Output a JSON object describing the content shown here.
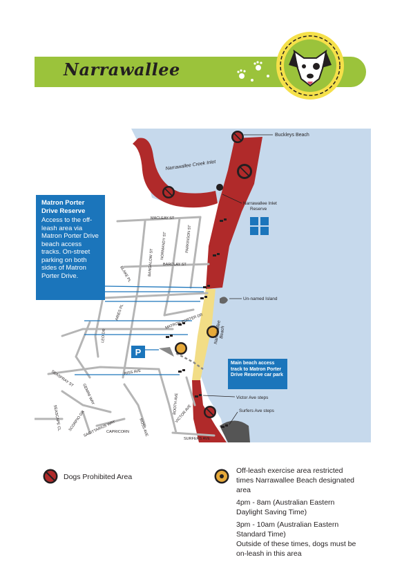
{
  "header": {
    "title": "Narrawallee"
  },
  "infobox": {
    "title": "Matron Porter Drive Reserve",
    "body": "Access to the off-leash area via Matron Porter Drive beach access tracks. On-street parking on both sides of Matron Porter Drive."
  },
  "callout": {
    "text": "Main beach access track to Matron Porter Drive Reserve car park"
  },
  "map": {
    "labels": {
      "buckleys_beach": "Buckleys Beach",
      "inlet": "Narrawallee Creek Inlet",
      "inlet_reserve_1": "Narrawallee Inlet",
      "inlet_reserve_2": "Reserve",
      "island": "Un-named Island",
      "beach_1": "Narrawallee",
      "beach_2": "Beach",
      "victor_steps": "Victor Ave steps",
      "surfers_steps": "Surfers Ave steps",
      "parking": "P"
    },
    "streets": {
      "macleay": "MACLEAY ST",
      "barclay": "BARCLAY ST",
      "normandy": "NORMANDY ST",
      "parkinson": "PARKINSON ST",
      "bangalow": "BANGALOW ST",
      "blake": "BLAKE PL",
      "aries": "ARIES PL",
      "leo": "LEO DR",
      "matron": "MATRON PORTER DR",
      "riss": "RISS AVE",
      "seaspray": "SEASPRAY ST",
      "gemini": "GEMINI WAY",
      "seascape": "SEASCAPE CL",
      "scorpio": "SCORPIO GR",
      "sagittarius": "SAGITTARIUS WAY",
      "capricorn": "CAPRICORN",
      "booth": "BOOTH AVE",
      "victor": "VICTOR AVE",
      "ross": "ROSS AVE",
      "surfers": "SURFERS AVE"
    }
  },
  "legend": {
    "prohibited": "Dogs Prohibited Area",
    "offleash_title": "Off-leash exercise area restricted times Narrawallee Beach designated area",
    "time_dst": "4pm - 8am (Australian Eastern Daylight Saving Time)",
    "time_std": "3pm - 10am (Australian Eastern Standard Time)",
    "outside": "Outside of these times, dogs must be on-leash in this area"
  },
  "colors": {
    "banner": "#9bc33b",
    "water": "#c6d9ec",
    "prohibited_area": "#b02a2a",
    "beach_area": "#f2dd86",
    "info_blue": "#1b75bb",
    "badge_yellow": "#f5e04a"
  }
}
